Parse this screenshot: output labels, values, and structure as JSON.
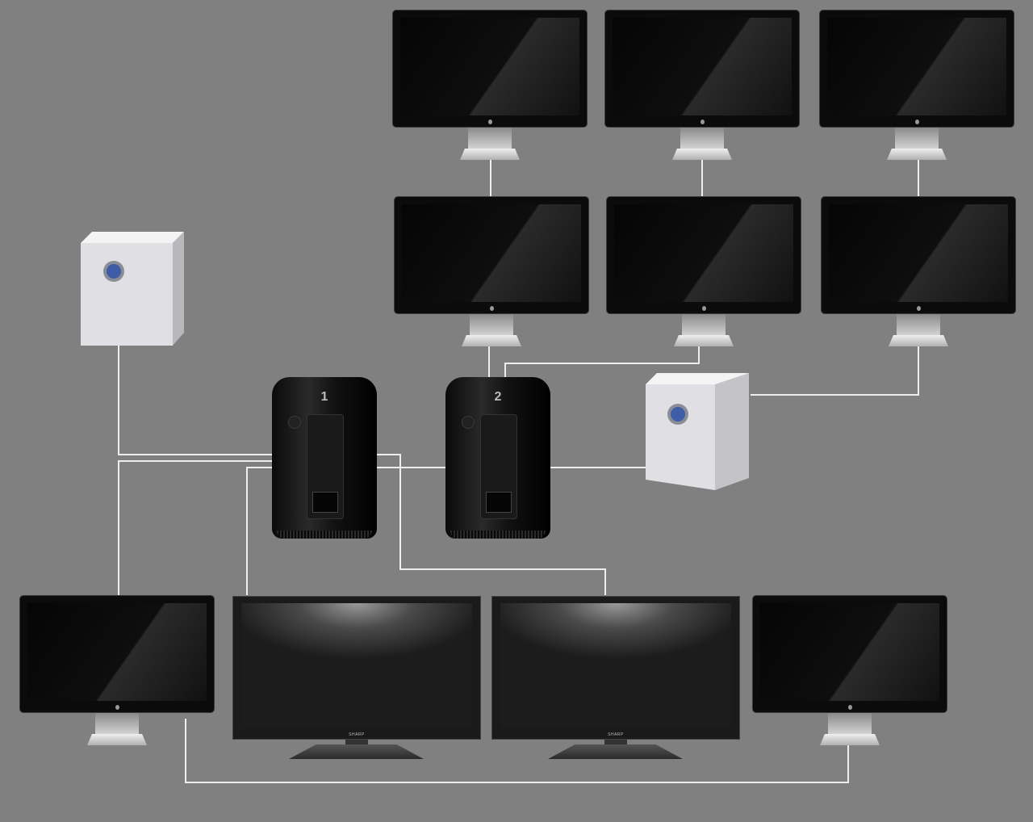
{
  "mac_pros": [
    {
      "label": "1"
    },
    {
      "label": "2"
    }
  ],
  "sharp_displays": [
    {
      "brand": "SHARP"
    },
    {
      "brand": "SHARP"
    }
  ],
  "colors": {
    "background": "#808080",
    "cable": "#f0f0f0"
  }
}
